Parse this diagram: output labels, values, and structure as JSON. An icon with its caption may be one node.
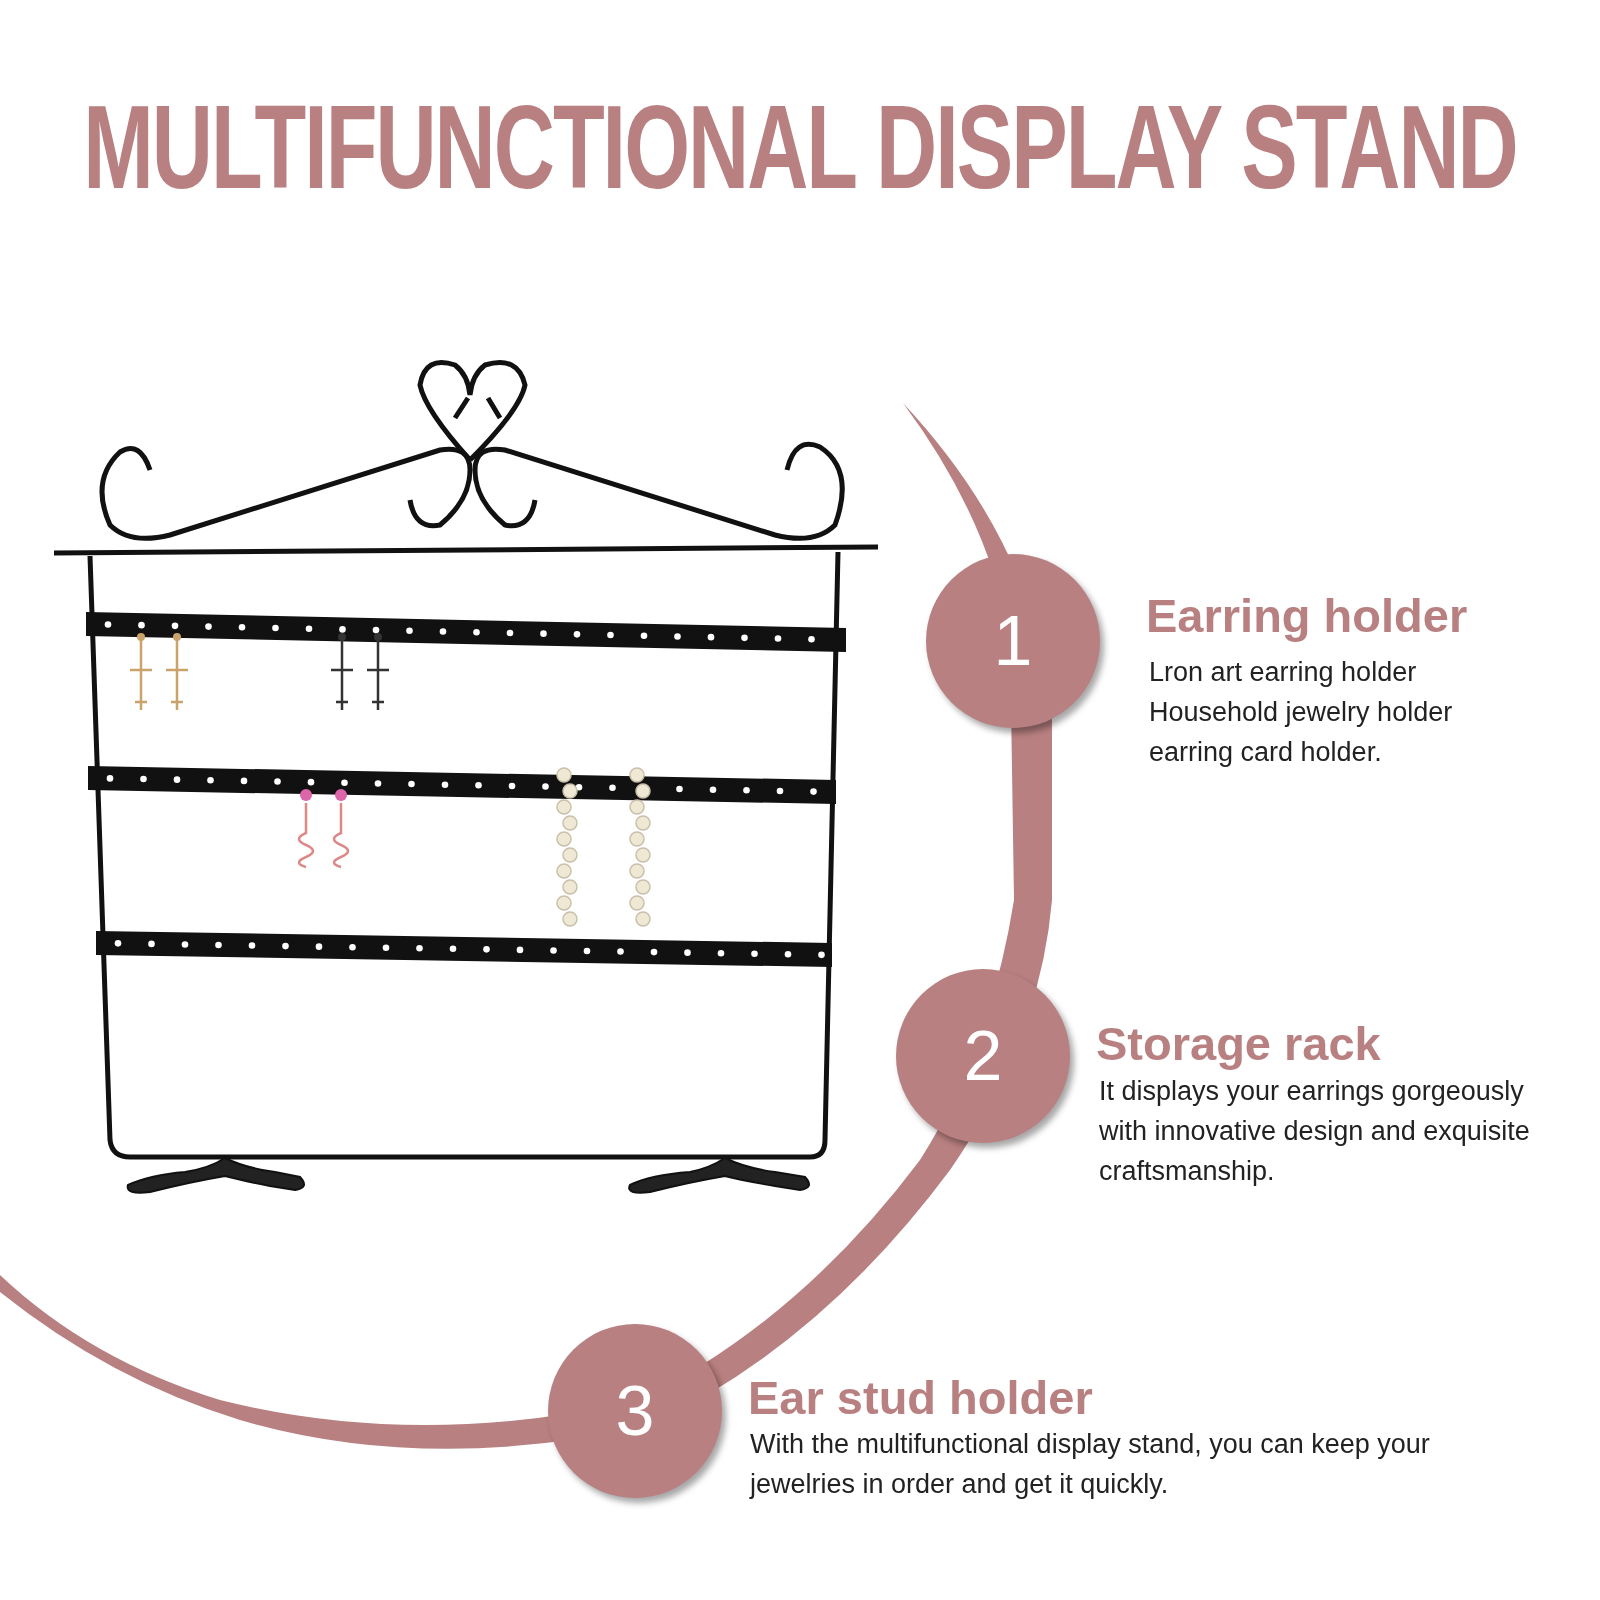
{
  "diagram": {
    "title": "MULTIFUNCTIONAL DISPLAY STAND",
    "nodes": [
      {
        "text": [
          "1"
        ],
        "beside": [
          "Earring holder",
          "Lron art earring holder Household jewelry holder earring card holder."
        ]
      },
      {
        "text": [
          "2"
        ],
        "beside": [
          "Storage rack",
          "It displays your earrings gorgeously with innovative design and exquisite craftsmanship."
        ]
      },
      {
        "text": [
          "3"
        ],
        "beside": [
          "Ear stud holder",
          "With the multifunctional display stand, you can keep your jewelries in order and get it quickly."
        ]
      }
    ],
    "edges": []
  }
}
